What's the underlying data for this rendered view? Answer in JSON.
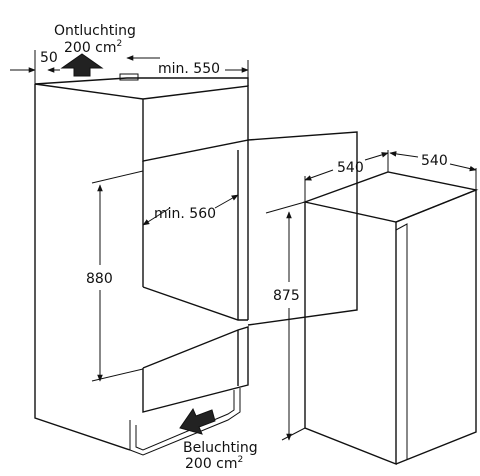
{
  "labels": {
    "top_vent_title": "Ontluchting",
    "top_vent_area": "200 cm",
    "top_vent_exp": "2",
    "bottom_vent_title": "Beluchting",
    "bottom_vent_area": "200 cm",
    "bottom_vent_exp": "2",
    "dim_50": "50",
    "dim_min550": "min. 550",
    "dim_min560": "min. 560",
    "dim_880": "880",
    "dim_875": "875",
    "dim_540_depth": "540",
    "dim_540_width": "540"
  },
  "colors": {
    "line": "#111111",
    "arrow_fill": "#222222",
    "background": "#ffffff"
  }
}
